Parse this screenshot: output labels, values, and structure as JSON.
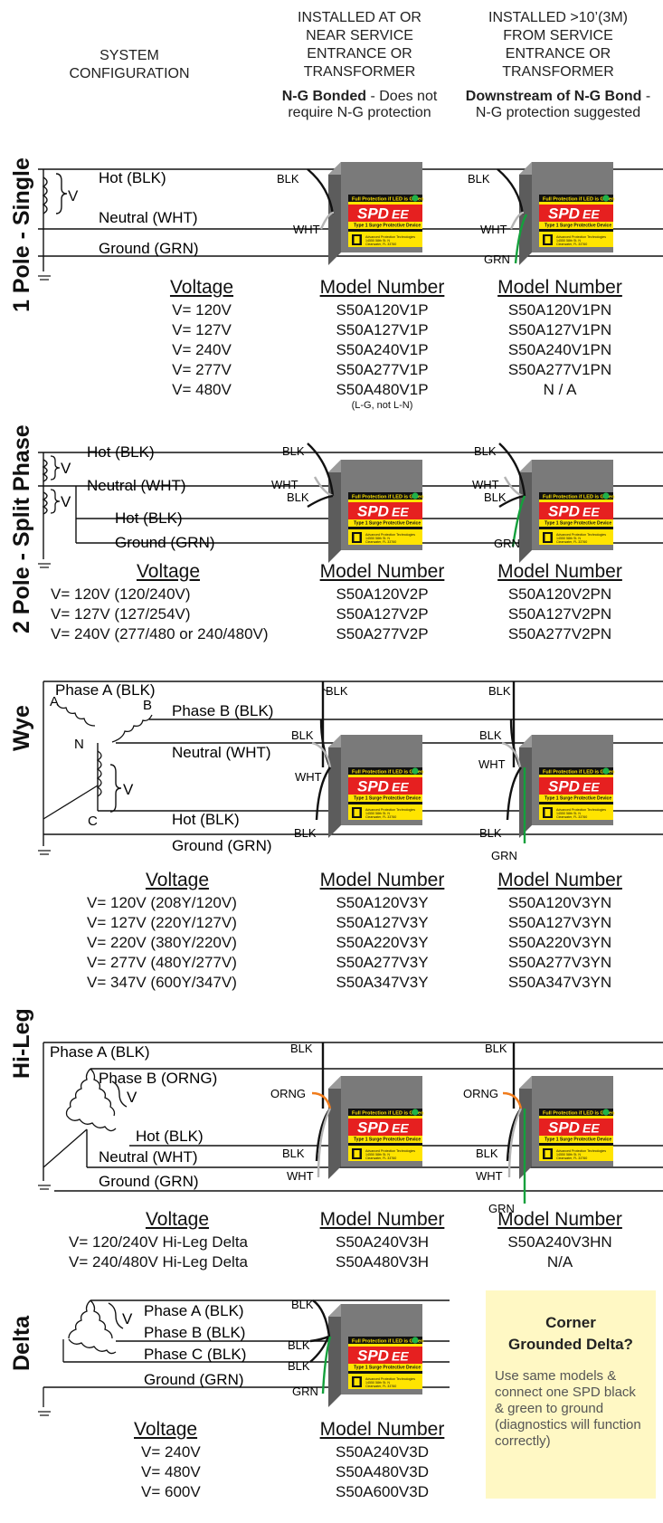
{
  "header": {
    "system_configuration": "SYSTEM\nCONFIGURATION",
    "col1_title": "INSTALLED AT OR\nNEAR SERVICE\nENTRANCE OR\nTRANSFORMER",
    "col1_desc_bold": "N-G Bonded",
    "col1_desc": " - Does not require N-G protection",
    "col2_title": "INSTALLED >10’(3M)\nFROM SERVICE\nENTRANCE OR\nTRANSFORMER",
    "col2_desc_bold": "Downstream of N-G Bond",
    "col2_desc": " - N-G protection suggested"
  },
  "device": {
    "indicator_text": "Full Protection if LED is Green",
    "brand": "SPDee",
    "subtitle": "Type 1 Surge Protective Device",
    "company": "Advanced Protection Technologies",
    "body_color": "#7a7a7a",
    "label_color": "#ffe400",
    "led_color": "#1fb24a"
  },
  "wire_colors": {
    "black": "#111111",
    "white": "#b4b4b4",
    "green": "#14a03c",
    "orange": "#f07c1c"
  },
  "sections": {
    "single": {
      "title": "1 Pole - Single",
      "v": "V",
      "lines": [
        "Hot (BLK)",
        "Neutral (WHT)",
        "Ground (GRN)"
      ],
      "wires": {
        "blk": "BLK",
        "wht": "WHT",
        "grn": "GRN"
      },
      "col_headers": [
        "Voltage",
        "Model Number",
        "Model Number"
      ],
      "voltages": [
        "V= 120V",
        "V= 127V",
        "V= 240V",
        "V= 277V",
        "V= 480V"
      ],
      "models": [
        "S50A120V1P",
        "S50A127V1P",
        "S50A240V1P",
        "S50A277V1P",
        "S50A480V1P"
      ],
      "models_ng": [
        "S50A120V1PN",
        "S50A127V1PN",
        "S50A240V1PN",
        "S50A277V1PN",
        "N / A"
      ],
      "note": "(L-G, not L-N)"
    },
    "split": {
      "title": "2 Pole - Split Phase",
      "v": "V",
      "lines": [
        "Hot (BLK)",
        "Neutral (WHT)",
        "Hot (BLK)",
        "Ground (GRN)"
      ],
      "wires": {
        "blk": "BLK",
        "wht": "WHT",
        "grn": "GRN"
      },
      "col_headers": [
        "Voltage",
        "Model Number",
        "Model Number"
      ],
      "voltages": [
        "V= 120V (120/240V)",
        "V= 127V (127/254V)",
        "V= 240V (277/480 or 240/480V)"
      ],
      "models": [
        "S50A120V2P",
        "S50A127V2P",
        "S50A277V2P"
      ],
      "models_ng": [
        "S50A120V2PN",
        "S50A127V2PN",
        "S50A277V2PN"
      ]
    },
    "wye": {
      "title": "Wye",
      "v": "V",
      "terminals": [
        "A",
        "B",
        "N",
        "C"
      ],
      "lines": [
        "Phase A (BLK)",
        "Phase B (BLK)",
        "Neutral (WHT)",
        "Hot (BLK)",
        "Ground (GRN)"
      ],
      "wires": {
        "blk": "BLK",
        "wht": "WHT",
        "grn": "GRN"
      },
      "col_headers": [
        "Voltage",
        "Model Number",
        "Model Number"
      ],
      "voltages": [
        "V= 120V (208Y/120V)",
        "V= 127V (220Y/127V)",
        "V= 220V (380Y/220V)",
        "V= 277V (480Y/277V)",
        "V= 347V (600Y/347V)"
      ],
      "models": [
        "S50A120V3Y",
        "S50A127V3Y",
        "S50A220V3Y",
        "S50A277V3Y",
        "S50A347V3Y"
      ],
      "models_ng": [
        "S50A120V3YN",
        "S50A127V3YN",
        "S50A220V3YN",
        "S50A277V3YN",
        "S50A347V3YN"
      ]
    },
    "hileg": {
      "title": "Hi-Leg",
      "v": "V",
      "lines": [
        "Phase A (BLK)",
        "Phase B (ORNG)",
        "Hot (BLK)",
        "Neutral (WHT)",
        "Ground (GRN)"
      ],
      "wires": {
        "blk": "BLK",
        "orng": "ORNG",
        "wht": "WHT",
        "grn": "GRN"
      },
      "col_headers": [
        "Voltage",
        "Model Number",
        "Model Number"
      ],
      "voltages": [
        "V= 120/240V Hi-Leg Delta",
        "V= 240/480V Hi-Leg Delta"
      ],
      "models": [
        "S50A240V3H",
        "S50A480V3H"
      ],
      "models_ng": [
        "S50A240V3HN",
        "N/A"
      ]
    },
    "delta": {
      "title": "Delta",
      "v": "V",
      "lines": [
        "Phase A (BLK)",
        "Phase B (BLK)",
        "Phase C (BLK)",
        "Ground (GRN)"
      ],
      "wires": {
        "blk": "BLK",
        "grn": "GRN"
      },
      "col_headers": [
        "Voltage",
        "Model Number"
      ],
      "voltages": [
        "V= 240V",
        "V= 480V",
        "V= 600V"
      ],
      "models": [
        "S50A240V3D",
        "S50A480V3D",
        "S50A600V3D"
      ]
    }
  },
  "callout": {
    "title": "Corner\nGrounded Delta?",
    "body": "Use same models & connect one SPD black & green to ground (diagnostics will function correctly)"
  }
}
